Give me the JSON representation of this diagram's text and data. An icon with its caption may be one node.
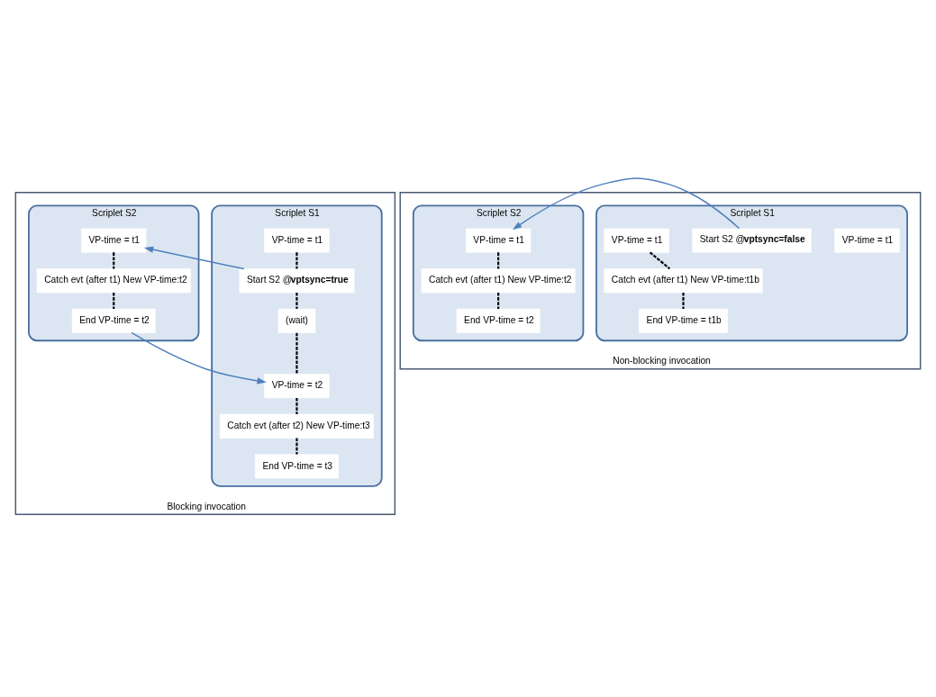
{
  "diagram": {
    "nodes": [
      {
        "text": [
          "Blocking invocation"
        ]
      },
      {
        "text": [
          "Scriplet S1"
        ],
        "in": 0
      },
      {
        "text": [
          "VP-time = t1"
        ],
        "in": 1
      },
      {
        "text": [
          "Start S2 @**vptsync=true**"
        ],
        "in": 1
      },
      {
        "text": [
          "(wait)"
        ],
        "in": 1
      },
      {
        "text": [
          "VP-time = t2"
        ],
        "in": 1
      },
      {
        "text": [
          "Catch evt (after t2) New VP-time:t3"
        ],
        "in": 1
      },
      {
        "text": [
          "End VP-time = t3"
        ],
        "in": 1
      },
      {
        "text": [
          "Scriplet S2"
        ],
        "in": 0
      },
      {
        "text": [
          "VP-time = t1"
        ],
        "in": 8
      },
      {
        "text": [
          "Catch evt (after t1) New VP-time:t2"
        ],
        "in": 8
      },
      {
        "text": [
          "End VP-time = t2"
        ],
        "in": 8
      },
      {
        "text": [
          "Non-blocking invocation"
        ]
      },
      {
        "text": [
          "Scriplet S1"
        ],
        "in": 12
      },
      {
        "text": [
          "VP-time = t1"
        ],
        "in": 13
      },
      {
        "text": [
          "Start S2 @**vptsync=false**"
        ],
        "in": 13
      },
      {
        "text": [
          "VP-time = t1"
        ],
        "in": 13
      },
      {
        "text": [
          "Catch evt (after t1) New VP-time:t1b"
        ],
        "in": 13
      },
      {
        "text": [
          "End VP-time = t1b"
        ],
        "in": 13
      },
      {
        "text": [
          "Scriplet S2"
        ],
        "in": 12
      },
      {
        "text": [
          "VP-time = t1"
        ],
        "in": 19
      },
      {
        "text": [
          "Catch evt (after t1) New VP-time:t2"
        ],
        "in": 19
      },
      {
        "text": [
          "End VP-time = t2"
        ],
        "in": 19
      }
    ],
    "edges": [
      {
        "from": 2,
        "to": 3,
        "arrow": "none",
        "style": "dashed"
      },
      {
        "from": 3,
        "to": 4,
        "arrow": "none",
        "style": "dashed"
      },
      {
        "from": 4,
        "to": 5,
        "arrow": "none",
        "style": "dashed"
      },
      {
        "from": 5,
        "to": 6,
        "arrow": "none",
        "style": "dashed"
      },
      {
        "from": 6,
        "to": 7,
        "arrow": "none",
        "style": "dashed"
      },
      {
        "from": 9,
        "to": 10,
        "arrow": "none",
        "style": "dashed"
      },
      {
        "from": 10,
        "to": 11,
        "arrow": "none",
        "style": "dashed"
      },
      {
        "from": 3,
        "to": 9,
        "arrow": "to",
        "color": "#4f81bd"
      },
      {
        "from": 11,
        "to": 5,
        "arrow": "to",
        "color": "#4f81bd"
      },
      {
        "from": 16,
        "to": 17,
        "arrow": "none",
        "style": "dashed"
      },
      {
        "from": 17,
        "to": 18,
        "arrow": "none",
        "style": "dashed"
      },
      {
        "from": 20,
        "to": 21,
        "arrow": "none",
        "style": "dashed"
      },
      {
        "from": 21,
        "to": 22,
        "arrow": "none",
        "style": "dashed"
      },
      {
        "from": 15,
        "to": 20,
        "arrow": "to",
        "color": "#4f81bd"
      }
    ]
  }
}
